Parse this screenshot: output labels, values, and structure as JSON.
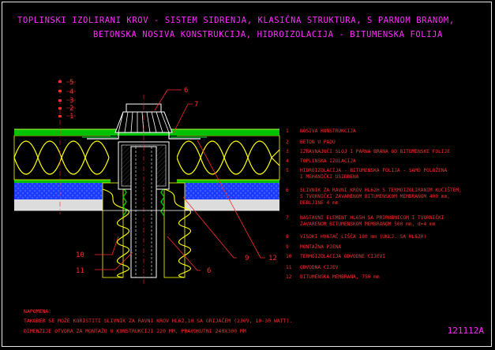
{
  "title_lines": [
    "TOPLINSKI IZOLIRANI KROV - SISTEM SIDRENJA, KLASIČNA STRUKTURA, S PARNOM BRANOM,",
    "BETONSKA NOSIVA KONSTRUKCIJA, HIDROIZOLACIJA - BITUMENSKA FOLIJA"
  ],
  "legend": [
    {
      "num": "1",
      "lines": [
        "NOSIVA KONSTRUKCIJA"
      ]
    },
    {
      "num": "2",
      "lines": [
        "BETON U PADU"
      ]
    },
    {
      "num": "3",
      "lines": [
        "IZRAVNAJUĆI SLOJ I PARNA BRANA OD BITUMENSKE FOLIJE"
      ]
    },
    {
      "num": "4",
      "lines": [
        "TOPLINSKA IZOLACIJA"
      ]
    },
    {
      "num": "5",
      "lines": [
        "HIDROIZOLACIJA - BITUMENSKA FOLIJA - SAMO POLOŽENA",
        "I MEHANIČKI USIDRENA"
      ]
    },
    {
      "num": "6",
      "lines": [
        "SLIVNIK ZA RAVNI KROV HL62H S TERMOIZOLIRANIM KUĆIŠTEM,",
        "S TVORNIČKI ZAVARENOM BITUMENSKOM MEMBRANOM 400 mm,",
        "DEBLJINE 4 mm"
      ]
    },
    {
      "num": "7",
      "lines": [
        "NASTAVNI ELEMENT HL65H SA PRIRUBNICOM I TVORNIČKI",
        "ZAVARENOM BITUMENSKOM MEMBRANOM 500 mm, d=4 mm"
      ]
    },
    {
      "num": "8",
      "lines": [
        "VISOKI HVATAČ LIŠĆA 180 mm (UKLJ. SA HL62H)"
      ]
    },
    {
      "num": "9",
      "lines": [
        "MONTAŽNA PJENA"
      ]
    },
    {
      "num": "10",
      "lines": [
        "TERMOIZOLACIJA ODVODNE CIJEVI"
      ]
    },
    {
      "num": "11",
      "lines": [
        "ODVODNA CIJEV"
      ]
    },
    {
      "num": "12",
      "lines": [
        "BITUMENSKA MEMBRANA, 750 mm"
      ]
    }
  ],
  "notes": [
    "NAPOMENA:",
    "TAKOĐER SE MOŽE KORISTITI SLIVNIK ZA RAVNI KROV HL62.1H SA GRIJAČEM (230V, 10-30 WATT).",
    "DIMENZIJE OTVORA ZA MONTAŽU U KONSTRUKCIJI 220 MM, PRAVOKUTNI 240X300 MM"
  ],
  "drawing_code": "121112A",
  "layer_labels_left": [
    "5",
    "4",
    "3",
    "2",
    "1"
  ],
  "part_labels": {
    "p6_top": "6",
    "p7": "7",
    "p10": "10",
    "p11": "11",
    "p9": "9",
    "p12": "12",
    "p6_bottom": "6"
  },
  "colors": {
    "title": "#ff2cff",
    "legend": "#ff2c2c",
    "insulation": "#ffff00",
    "membrane": "#00c000",
    "concrete": "#1c3cff",
    "lines": "#ffffff",
    "frame": "#e8e8e8"
  }
}
